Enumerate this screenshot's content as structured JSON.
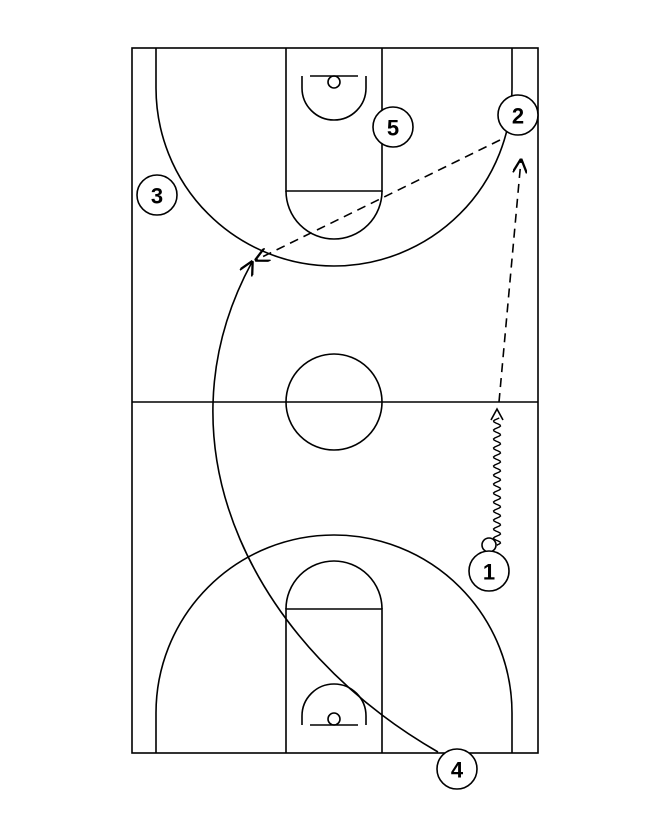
{
  "players": [
    {
      "id": "p1",
      "label": "1"
    },
    {
      "id": "p2",
      "label": "2"
    },
    {
      "id": "p3",
      "label": "3"
    },
    {
      "id": "p4",
      "label": "4"
    },
    {
      "id": "p5",
      "label": "5"
    }
  ],
  "actions": [
    {
      "type": "dribble",
      "player": "1"
    },
    {
      "type": "pass",
      "from": "1",
      "to": "2"
    },
    {
      "type": "pass",
      "from": "2",
      "to": "4"
    },
    {
      "type": "cut",
      "player": "4"
    }
  ]
}
